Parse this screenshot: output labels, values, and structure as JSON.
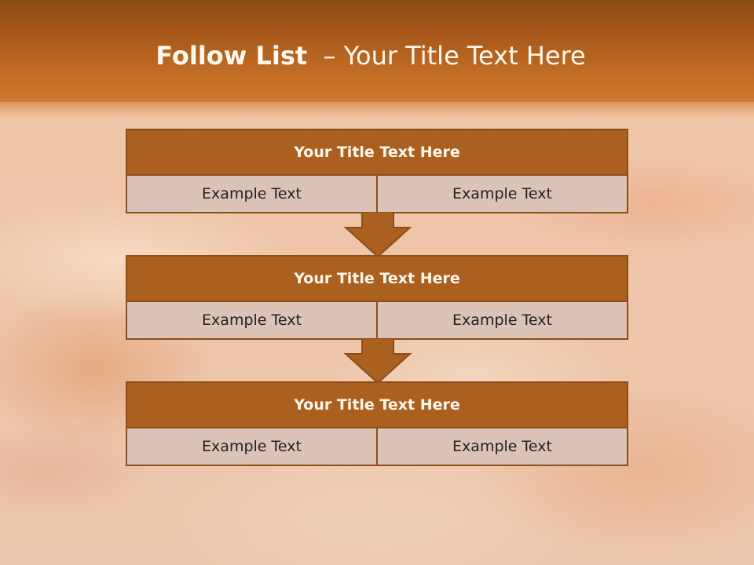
{
  "slide": {
    "title_bold": "Follow List",
    "title_rest": "– Your Title Text Here"
  },
  "steps": [
    {
      "title": "Your Title Text Here",
      "left": "Example Text",
      "right": "Example Text"
    },
    {
      "title": "Your Title Text Here",
      "left": "Example Text",
      "right": "Example Text"
    },
    {
      "title": "Your Title Text Here",
      "left": "Example Text",
      "right": "Example Text"
    }
  ],
  "colors": {
    "header": "#a8591a",
    "box_title": "#ab6020",
    "box_border": "#8d4e1a",
    "cell_fill": "#dcc3b8",
    "title_text": "#fff8ee"
  }
}
